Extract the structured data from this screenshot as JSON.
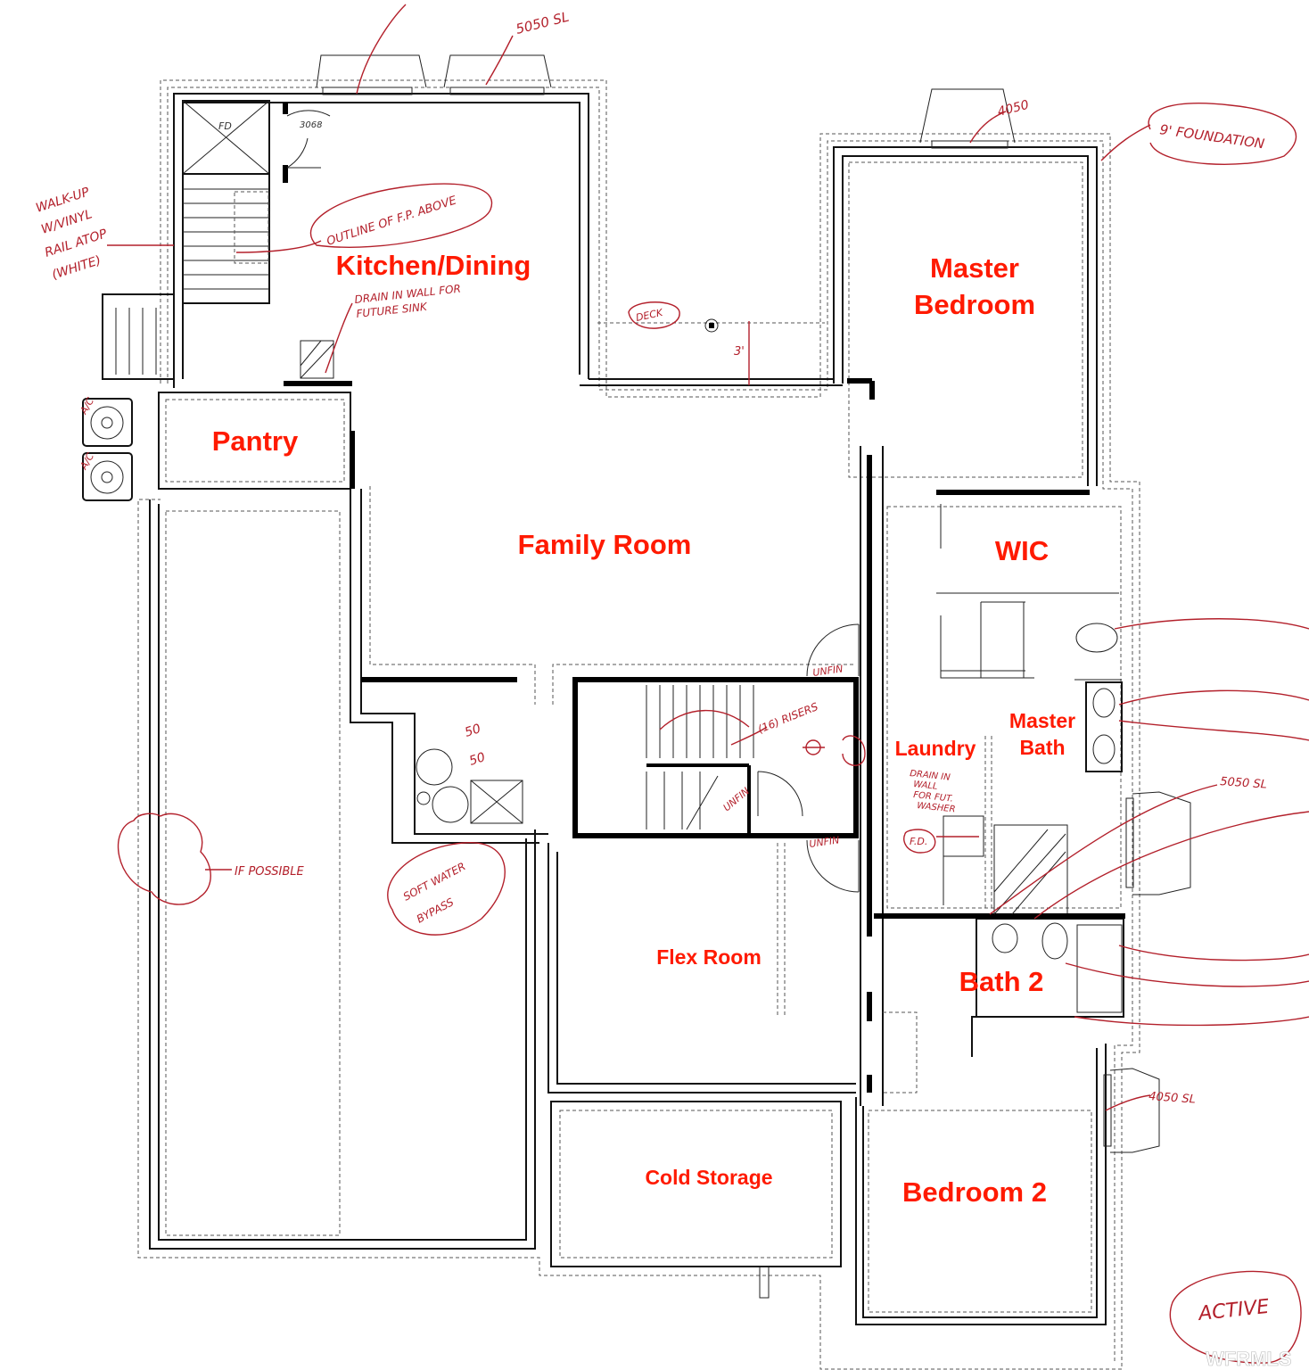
{
  "colors": {
    "room_label": "#ff1a00",
    "annotation": "#b3202b",
    "wall": "#111111"
  },
  "rooms": {
    "kitchen_dining": "Kitchen/Dining",
    "master_bedroom_1": "Master",
    "master_bedroom_2": "Bedroom",
    "pantry": "Pantry",
    "family_room": "Family Room",
    "wic": "WIC",
    "master_bath_1": "Master",
    "master_bath_2": "Bath",
    "laundry": "Laundry",
    "flex_room": "Flex Room",
    "bath2": "Bath 2",
    "cold_storage": "Cold Storage",
    "bedroom2": "Bedroom 2"
  },
  "annotations": {
    "window_top": "5050 SL",
    "window_master": "4050",
    "foundation": "9' FOUNDATION",
    "walkup_1": "WALK-UP",
    "walkup_2": "W/VINYL",
    "walkup_3": "RAIL ATOP",
    "walkup_4": "(WHITE)",
    "fp_outline": "OUTLINE OF F.P. ABOVE",
    "drain_sink_1": "DRAIN IN WALL FOR",
    "drain_sink_2": "FUTURE SINK",
    "deck": "DECK",
    "three_ft": "3'",
    "door_3068": "3068",
    "fd_top": "FD",
    "ac1": "A/C",
    "ac2": "A/C",
    "risers": "(16) RISERS",
    "fifty_1": "50",
    "fifty_2": "50",
    "unfin_1": "UNFIN",
    "unfin_2": "UNFIN",
    "unfin_3": "UNFIN",
    "drain_washer_1": "DRAIN IN",
    "drain_washer_2": "WALL",
    "drain_washer_3": "FOR FUT.",
    "drain_washer_4": "WASHER",
    "fd_laundry": "F.D.",
    "if_possible": "IF POSSIBLE",
    "soft_water_1": "SOFT WATER",
    "soft_water_2": "BYPASS",
    "window_bath": "5050 SL",
    "window_bed2": "4050 SL",
    "status": "ACTIVE",
    "watermark": "WFRMLS"
  }
}
